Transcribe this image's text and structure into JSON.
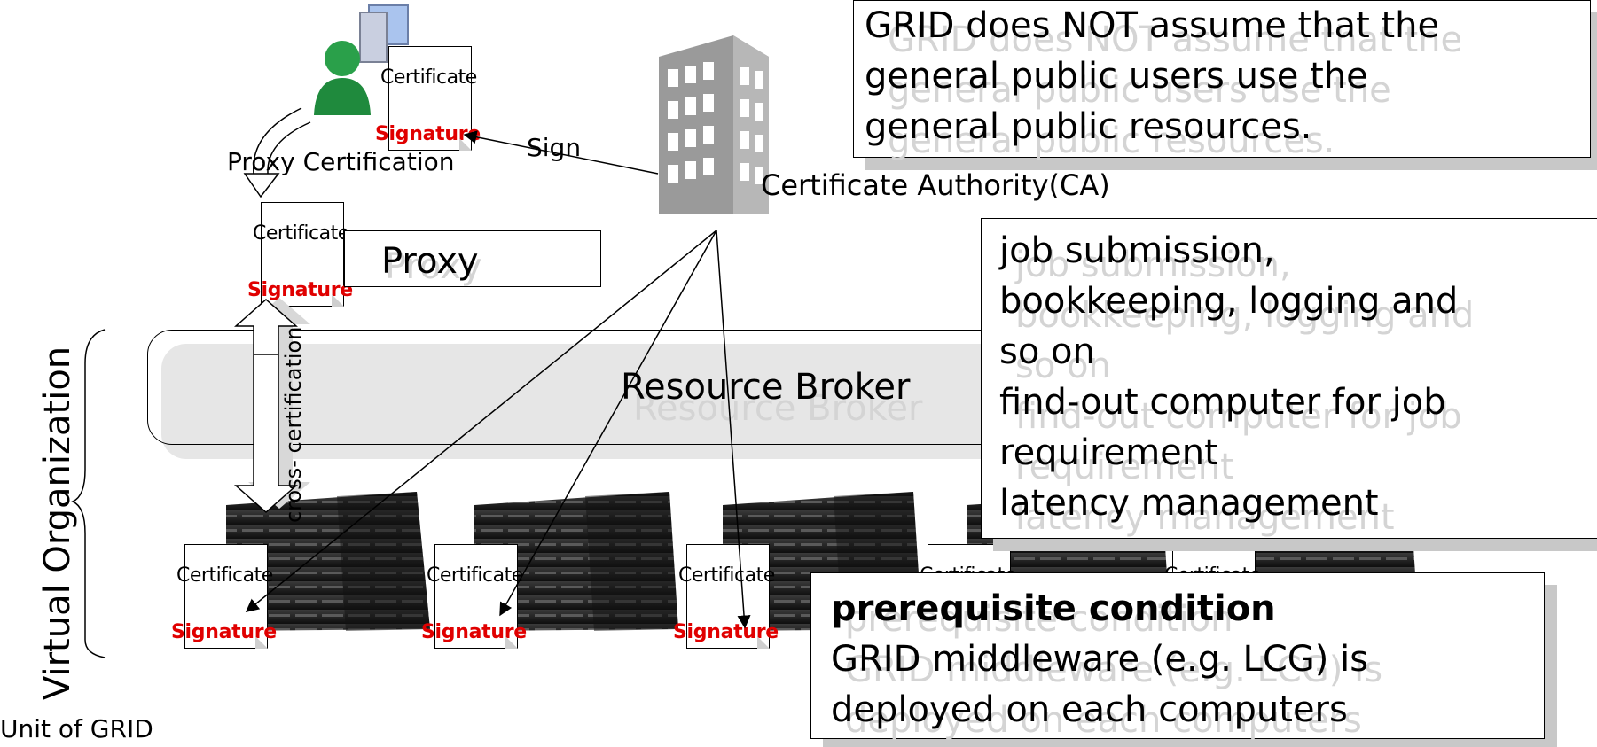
{
  "ca": {
    "label": "Certificate Authority(CA)",
    "sign_label": "Sign"
  },
  "user": {
    "proxy_certification_label": "Proxy Certification"
  },
  "cert": {
    "certificate": "Certificate",
    "signature": "Signature"
  },
  "proxy": {
    "label": "Proxy"
  },
  "cross_cert": {
    "label": "cross- certification"
  },
  "broker": {
    "label": "Resource Broker"
  },
  "vo": {
    "label": "Virtual Organization",
    "unit_label": "Unit of GRID"
  },
  "note_top": {
    "lines": [
      "GRID does NOT assume that the",
      "general public users use the",
      "general public resources."
    ]
  },
  "note_right": {
    "lines": [
      "job submission,",
      "bookkeeping, logging and",
      "so on",
      "find-out computer for job",
      "requirement",
      "latency management"
    ]
  },
  "note_bottom": {
    "heading": "prerequisite condition",
    "lines": [
      "GRID middleware (e.g. LCG) is",
      "deployed on each computers"
    ]
  },
  "colors": {
    "signature": "#e00000",
    "shadow": "#c8c8c8",
    "building": "#9a9a9a"
  }
}
